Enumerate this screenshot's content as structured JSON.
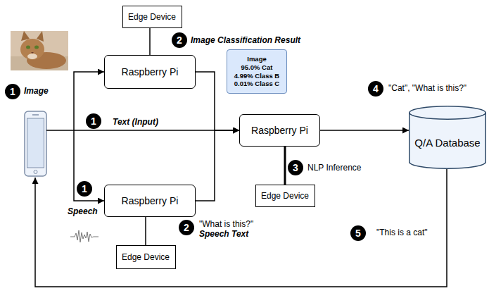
{
  "diagram": {
    "nodes": [
      {
        "text": [
          "Edge Device"
        ]
      },
      {
        "text": [
          "Raspberry Pi"
        ]
      },
      {
        "text": [
          "Image",
          "95.0% Cat",
          "4.99% Class B",
          "0.01% Class C"
        ]
      },
      {
        "text": [
          "Raspberry Pi"
        ]
      },
      {
        "text": [
          "Q/A Database"
        ]
      },
      {
        "text": [
          "Edge Device"
        ]
      },
      {
        "text": [
          "Raspberry Pi"
        ]
      },
      {
        "text": [
          "Edge Device"
        ]
      }
    ],
    "edges": [
      {
        "from": 0,
        "to": 1,
        "arrow": "none"
      },
      {
        "from": 1,
        "to": 3,
        "arrow": "to"
      },
      {
        "from": 6,
        "to": 3,
        "arrow": "to"
      },
      {
        "from": 3,
        "to": 4,
        "arrow": "to"
      },
      {
        "from": 3,
        "to": 5,
        "arrow": "none"
      },
      {
        "from": 6,
        "to": 7,
        "arrow": "none"
      }
    ],
    "labels": [
      "1",
      "Image",
      "2",
      "Image Classification Result",
      "1",
      "Text (Input)",
      "1",
      "Speech",
      "2",
      "\"What is this?\"",
      "Speech Text",
      "3",
      "NLP Inference",
      "4",
      "\"Cat\", \"What is this?\"",
      "5",
      "\"This is a cat\""
    ]
  }
}
